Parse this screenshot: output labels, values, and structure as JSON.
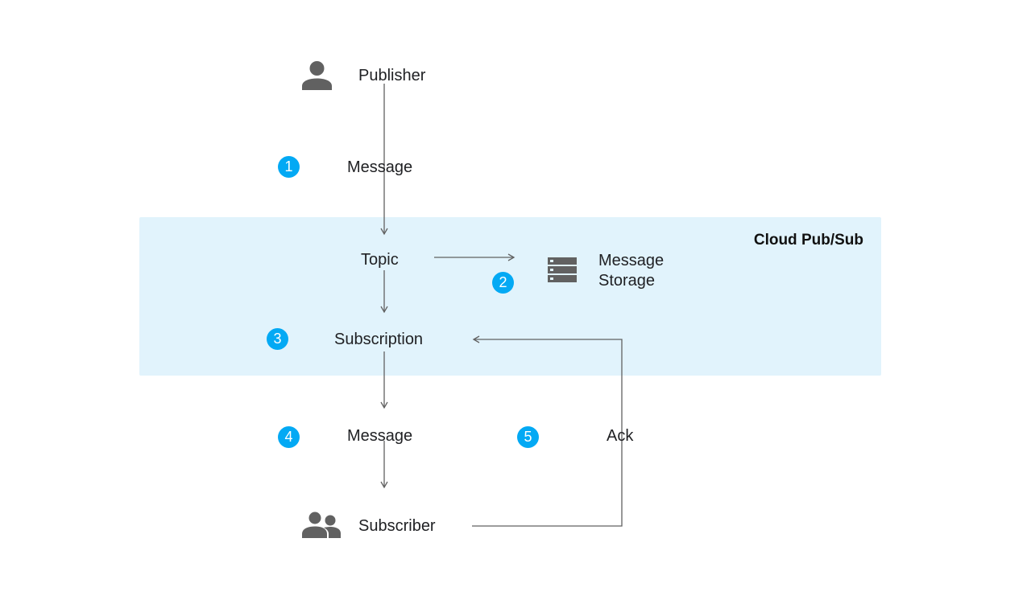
{
  "region": {
    "title": "Cloud Pub/Sub"
  },
  "nodes": {
    "publisher": {
      "label": "Publisher",
      "icon": "person-icon"
    },
    "message_in": {
      "label": "Message"
    },
    "topic": {
      "label": "Topic"
    },
    "storage": {
      "line1": "Message",
      "line2": "Storage",
      "icon": "storage-icon"
    },
    "subscription": {
      "label": "Subscription"
    },
    "message_out": {
      "label": "Message"
    },
    "ack": {
      "label": "Ack"
    },
    "subscriber": {
      "label": "Subscriber",
      "icon": "people-icon"
    }
  },
  "steps": {
    "s1": "1",
    "s2": "2",
    "s3": "3",
    "s4": "4",
    "s5": "5"
  },
  "colors": {
    "region_fill": "#e1f3fc",
    "badge": "#03a9f4",
    "icon": "#616161",
    "arrow": "#616161"
  }
}
